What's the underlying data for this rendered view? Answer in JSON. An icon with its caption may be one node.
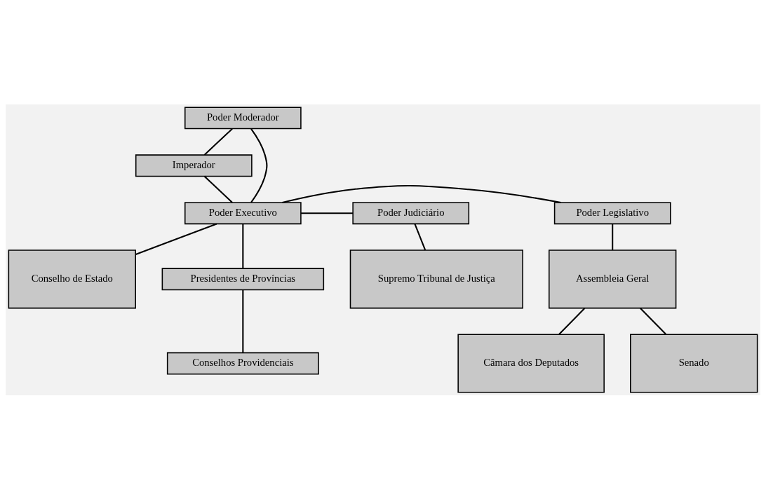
{
  "diagram": {
    "nodes": [
      {
        "text": [
          "Poder Moderador"
        ]
      },
      {
        "text": [
          "Imperador"
        ]
      },
      {
        "text": [
          "Poder Legislativo"
        ]
      },
      {
        "text": [
          "Poder Executivo"
        ]
      },
      {
        "text": [
          "Poder Judiciário"
        ]
      },
      {
        "text": [
          "Assembleia Geral"
        ]
      },
      {
        "text": [
          "Conselho de Estado"
        ]
      },
      {
        "text": [
          "Supremo Tribunal de Justiça"
        ]
      },
      {
        "text": [
          "Presidentes de Províncias"
        ]
      },
      {
        "text": [
          "Senado"
        ]
      },
      {
        "text": [
          "Câmara dos Deputados"
        ]
      },
      {
        "text": [
          "Conselhos Providenciais"
        ]
      }
    ],
    "edges": [
      {
        "from": 0,
        "to": 3,
        "arrow": "none"
      },
      {
        "from": 0,
        "to": 1,
        "arrow": "none"
      },
      {
        "from": 1,
        "to": 3,
        "arrow": "none"
      },
      {
        "from": 3,
        "to": 2,
        "arrow": "none"
      },
      {
        "from": 3,
        "to": 4,
        "arrow": "none"
      },
      {
        "from": 2,
        "to": 5,
        "arrow": "none"
      },
      {
        "from": 3,
        "to": 6,
        "arrow": "none"
      },
      {
        "from": 4,
        "to": 7,
        "arrow": "none"
      },
      {
        "from": 3,
        "to": 8,
        "arrow": "none"
      },
      {
        "from": 8,
        "to": 11,
        "arrow": "none"
      },
      {
        "from": 5,
        "to": 9,
        "arrow": "none"
      },
      {
        "from": 5,
        "to": 10,
        "arrow": "none"
      }
    ]
  }
}
